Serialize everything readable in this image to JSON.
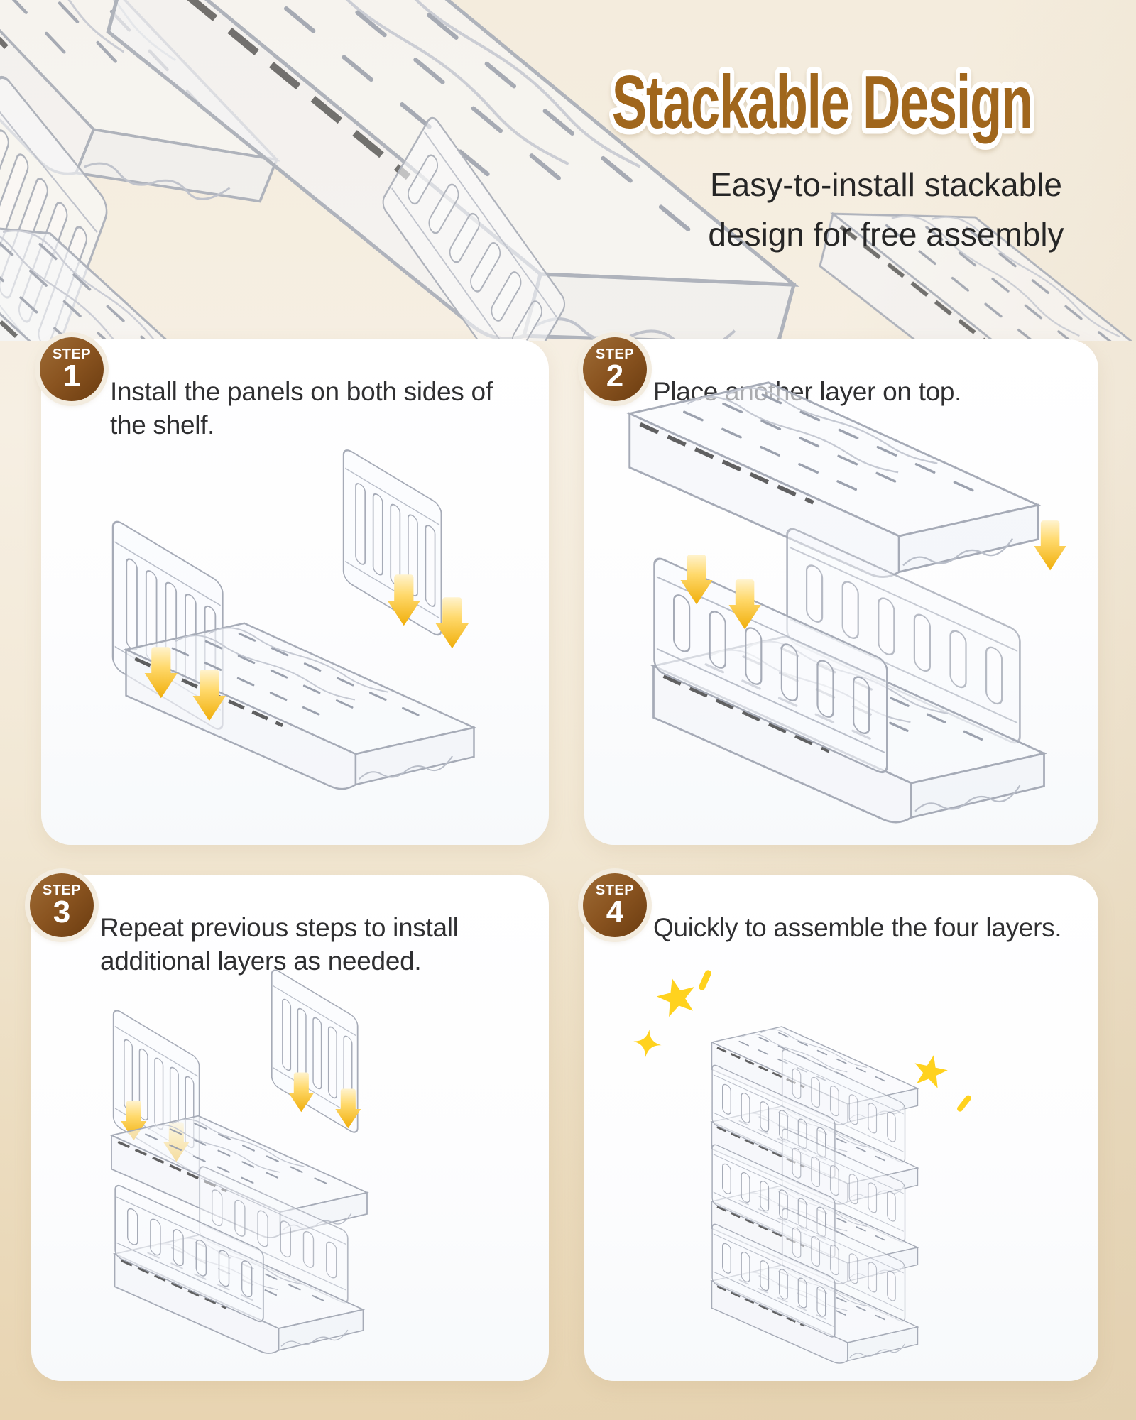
{
  "header": {
    "title": "Stackable Design",
    "title_color": "#A0661C",
    "subtitle_line1": "Easy-to-install stackable",
    "subtitle_line2": "design for free assembly"
  },
  "steps": [
    {
      "badge_label": "STEP",
      "number": "1",
      "text": "Install the panels on both sides of the shelf.",
      "illustration": "two side panels above base tray with yellow down arrows"
    },
    {
      "badge_label": "STEP",
      "number": "2",
      "text": "Place another layer on top.",
      "illustration": "upper tray lowering onto assembled first layer with yellow down arrows"
    },
    {
      "badge_label": "STEP",
      "number": "3",
      "text": "Repeat previous steps to install additional layers as needed.",
      "illustration": "two side panels above a two-layer stack with yellow down arrows"
    },
    {
      "badge_label": "STEP",
      "number": "4",
      "text": "Quickly to assemble the four layers.",
      "illustration": "completed four-layer stack with yellow sparkle stars"
    }
  ],
  "colors": {
    "background_top": "#F4ECDD",
    "background_bottom": "#E8D4B1",
    "card_background": "#FFFFFF",
    "badge_brown_light": "#9E6C36",
    "badge_brown_dark": "#6B3C10",
    "arrow_yellow": "#F5C021",
    "star_yellow": "#FFD21E",
    "body_text": "#2F2F31",
    "render_line_gray": "#A6ABB7"
  }
}
